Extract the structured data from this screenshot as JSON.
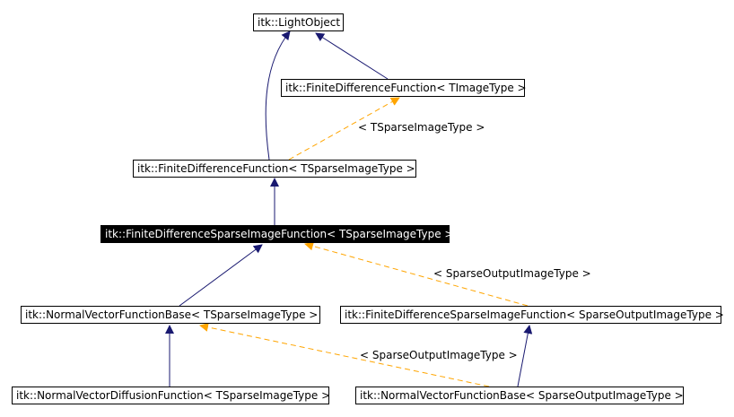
{
  "nodes": {
    "light_object": "itk::LightObject",
    "fdf_timage": "itk::FiniteDifferenceFunction< TImageType >",
    "fdf_tsparse": "itk::FiniteDifferenceFunction< TSparseImageType >",
    "fdsif_tsparse": "itk::FiniteDifferenceSparseImageFunction< TSparseImageType >",
    "nvfb_tsparse": "itk::NormalVectorFunctionBase< TSparseImageType >",
    "fdsif_sparseout": "itk::FiniteDifferenceSparseImageFunction< SparseOutputImageType >",
    "nvdf_tsparse": "itk::NormalVectorDiffusionFunction< TSparseImageType >",
    "nvfb_sparseout": "itk::NormalVectorFunctionBase< SparseOutputImageType >"
  },
  "edge_labels": {
    "tsparse": "< TSparseImageType >",
    "sparseout_1": "< SparseOutputImageType >",
    "sparseout_2": "< SparseOutputImageType >"
  },
  "colors": {
    "inheritance_edge": "#191970",
    "template_edge": "#ffa500",
    "highlight_node_bg": "#000000"
  }
}
